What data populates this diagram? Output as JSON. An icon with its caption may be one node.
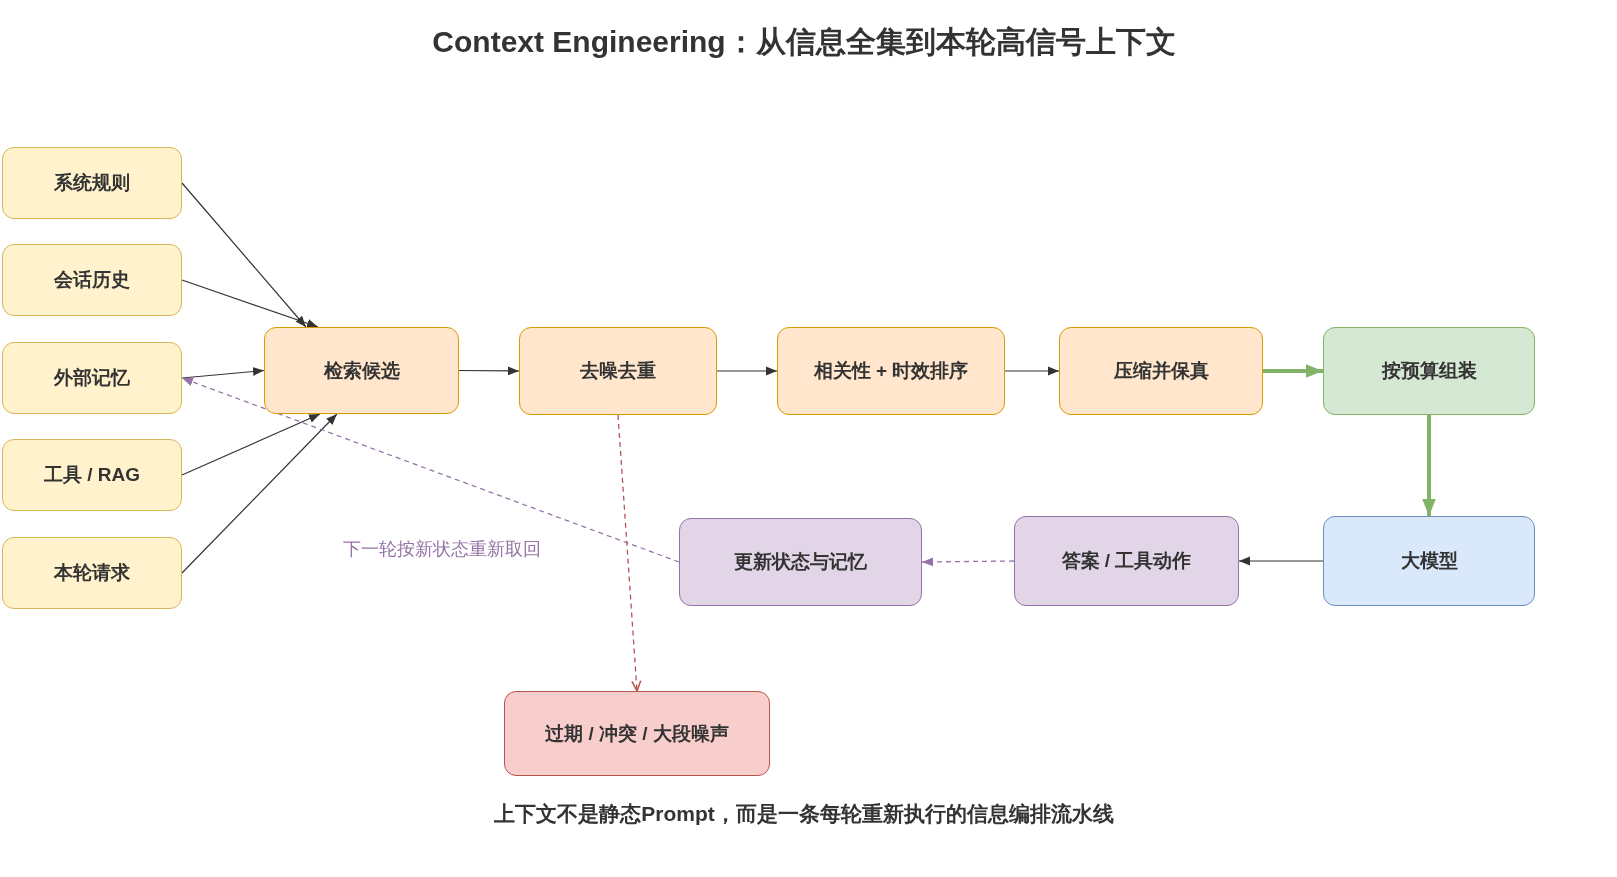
{
  "diagram": {
    "title": "Context Engineering：从信息全集到本轮高信号上下文",
    "caption": "上下文不是静态Prompt，而是一条每轮重新执行的信息编排流水线",
    "nodes": [
      {
        "text": [
          "系统规则"
        ]
      },
      {
        "text": [
          "会话历史"
        ]
      },
      {
        "text": [
          "外部记忆"
        ]
      },
      {
        "text": [
          "工具 / RAG"
        ]
      },
      {
        "text": [
          "本轮请求"
        ]
      },
      {
        "text": [
          "检索候选"
        ]
      },
      {
        "text": [
          "去噪去重"
        ]
      },
      {
        "text": [
          "相关性 + 时效排序"
        ]
      },
      {
        "text": [
          "压缩并保真"
        ]
      },
      {
        "text": [
          "按预算组装"
        ]
      },
      {
        "text": [
          "大模型"
        ]
      },
      {
        "text": [
          "答案 / 工具动作"
        ]
      },
      {
        "text": [
          "更新状态与记忆"
        ]
      },
      {
        "text": [
          "过期 / 冲突 / 大段噪声"
        ]
      }
    ],
    "edges": [
      {
        "from": 0,
        "to": 5,
        "arrow": "to"
      },
      {
        "from": 1,
        "to": 5,
        "arrow": "to"
      },
      {
        "from": 2,
        "to": 5,
        "arrow": "to"
      },
      {
        "from": 3,
        "to": 5,
        "arrow": "to"
      },
      {
        "from": 4,
        "to": 5,
        "arrow": "to"
      },
      {
        "from": 5,
        "to": 6,
        "arrow": "to"
      },
      {
        "from": 6,
        "to": 7,
        "arrow": "to"
      },
      {
        "from": 7,
        "to": 8,
        "arrow": "to"
      },
      {
        "from": 8,
        "to": 9,
        "arrow": "to",
        "style": "thick",
        "color": "#82b366"
      },
      {
        "from": 9,
        "to": 10,
        "arrow": "to",
        "style": "thick",
        "color": "#82b366"
      },
      {
        "from": 10,
        "to": 11,
        "arrow": "to"
      },
      {
        "from": 11,
        "to": 12,
        "arrow": "to",
        "style": "dashed",
        "color": "#9673a6"
      },
      {
        "from": 12,
        "to": 2,
        "arrow": "to",
        "style": "dashed",
        "color": "#9673a6",
        "label": "下一轮按新状态重新取回"
      },
      {
        "from": 6,
        "to": 13,
        "arrow": "to",
        "style": "dashed",
        "color": "#b85450"
      }
    ]
  }
}
